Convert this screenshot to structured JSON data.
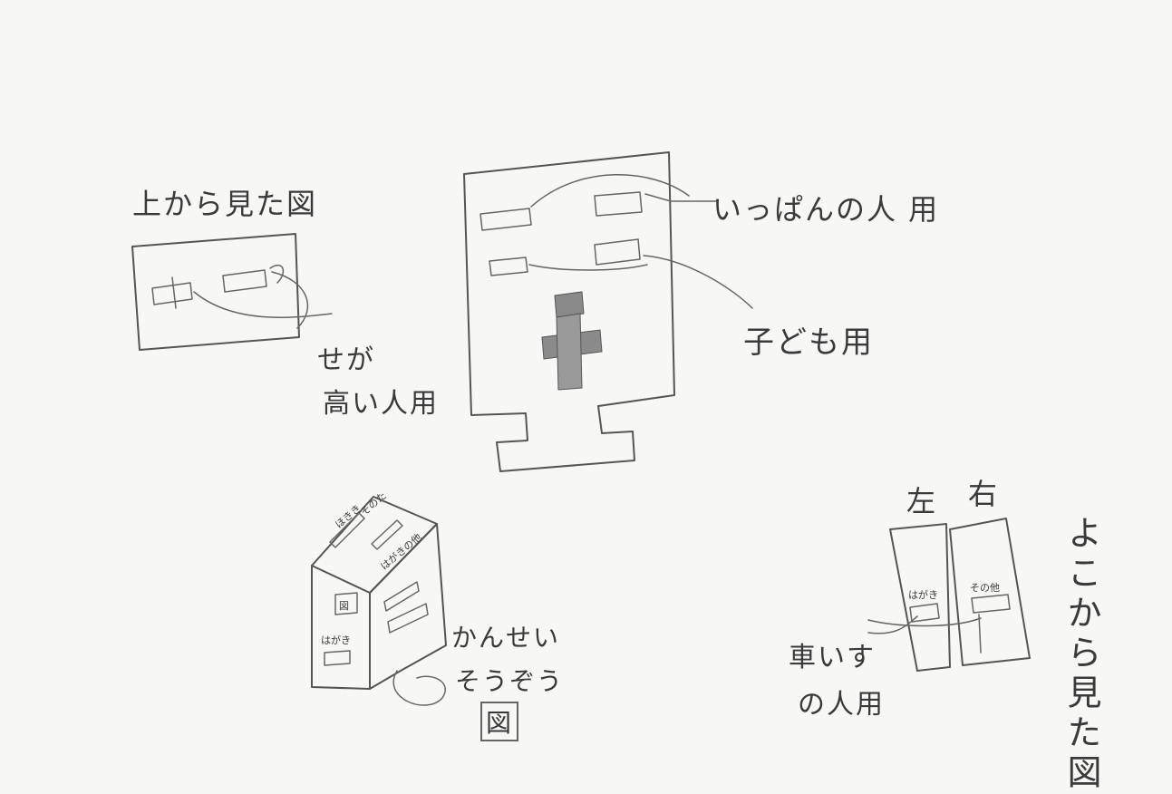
{
  "top_view": {
    "title": "上から見た図",
    "label_line1": "せが",
    "label_line2": "高い人用"
  },
  "front_view": {
    "label_general": "いっぱんの人 用",
    "label_child": "子ども用"
  },
  "completed_view": {
    "label_line1": "かんせい",
    "label_line2": "そうぞう",
    "label_line3": "図",
    "tag_roof_1": "ほきき",
    "tag_roof_2": "そのた",
    "tag_side_1": "はがきの他",
    "tag_front_1": "図",
    "tag_front_2": "はがき"
  },
  "side_view": {
    "left": "左",
    "right": "右",
    "tag_left": "はがき",
    "tag_right": "その他",
    "label_line1": "車いす",
    "label_line2": "の人用",
    "vertical_title": "よこから見た図"
  }
}
